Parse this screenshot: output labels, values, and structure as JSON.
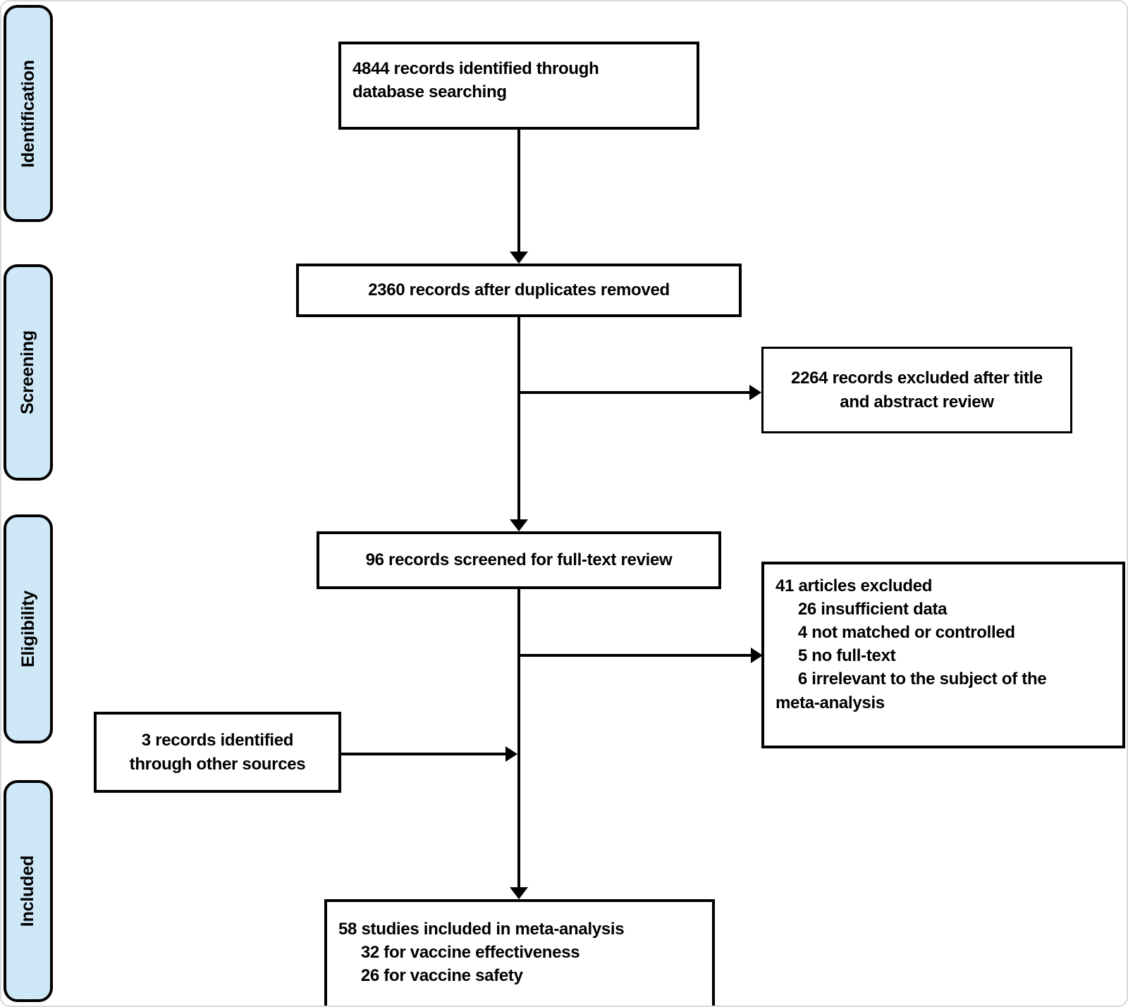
{
  "stages": {
    "identification": "Identification",
    "screening": "Screening",
    "eligibility": "Eligibility",
    "included": "Included"
  },
  "boxes": {
    "records_identified": "4844 records identified through\ndatabase searching",
    "after_duplicates": "2360 records after duplicates removed",
    "excluded_title_abstract": "2264 records excluded after title\nand abstract review",
    "fulltext_screened": "96 records screened for full-text review",
    "articles_excluded": "41 articles excluded\n     26 insufficient data\n     4 not matched or controlled\n     5 no full-text\n     6 irrelevant to the subject of the\nmeta-analysis",
    "other_sources": "3 records identified\nthrough other sources",
    "included_studies": "58 studies included in meta-analysis\n     32 for vaccine effectiveness\n     26 for vaccine safety"
  },
  "colors": {
    "stage_fill": "#cfe8f8",
    "line": "#000000",
    "frame": "#d9d9d9"
  }
}
